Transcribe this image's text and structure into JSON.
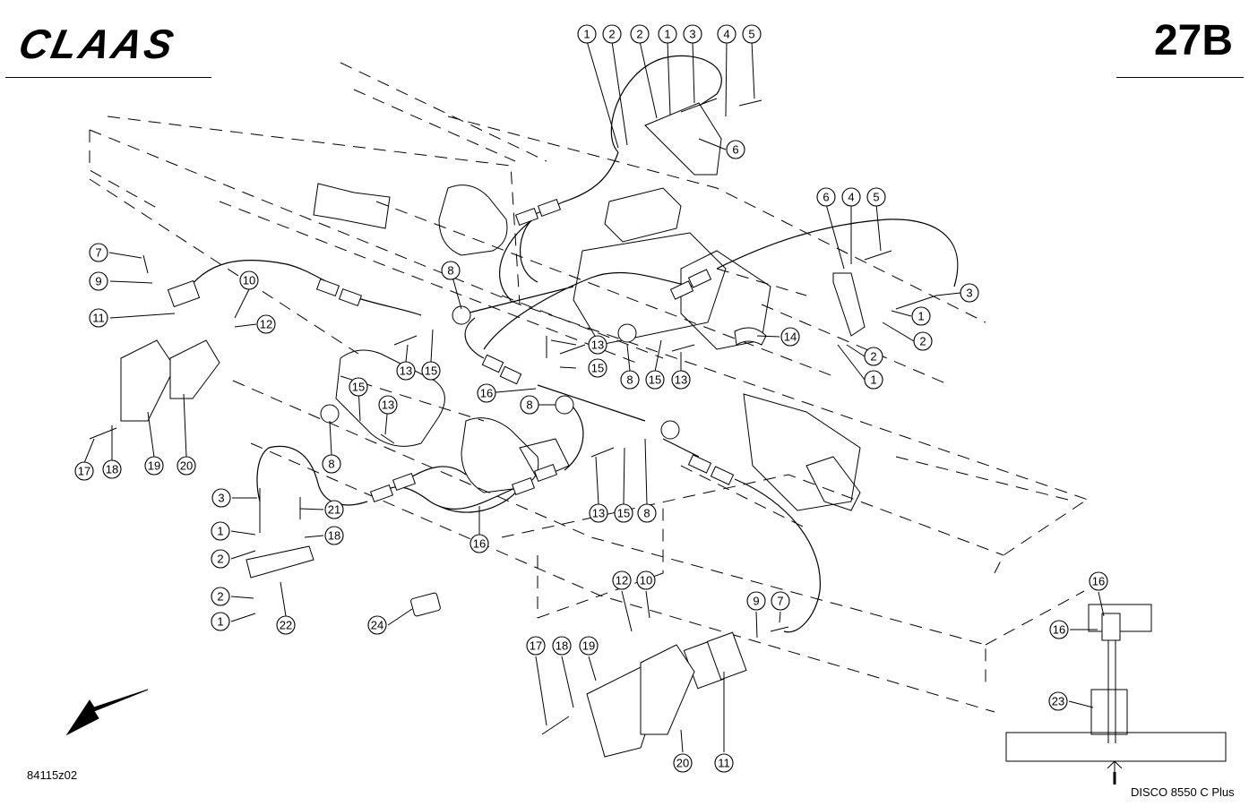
{
  "header": {
    "brand": "CLAAS",
    "sheet": "27B"
  },
  "footer": {
    "drawing_number": "84115z02",
    "model": "DISCO 8550 C Plus"
  },
  "callouts": [
    {
      "id": "c1",
      "label": "1"
    },
    {
      "id": "c2",
      "label": "2"
    },
    {
      "id": "c3",
      "label": "2"
    },
    {
      "id": "c4",
      "label": "1"
    },
    {
      "id": "c5",
      "label": "3"
    },
    {
      "id": "c6",
      "label": "4"
    },
    {
      "id": "c7",
      "label": "5"
    },
    {
      "id": "c8",
      "label": "6"
    },
    {
      "id": "c9",
      "label": "6"
    },
    {
      "id": "c10",
      "label": "4"
    },
    {
      "id": "c11",
      "label": "5"
    },
    {
      "id": "c12",
      "label": "3"
    },
    {
      "id": "c13",
      "label": "1"
    },
    {
      "id": "c14",
      "label": "2"
    },
    {
      "id": "c15",
      "label": "2"
    },
    {
      "id": "c16",
      "label": "1"
    },
    {
      "id": "c17",
      "label": "7"
    },
    {
      "id": "c18",
      "label": "9"
    },
    {
      "id": "c19",
      "label": "11"
    },
    {
      "id": "c20",
      "label": "10"
    },
    {
      "id": "c21",
      "label": "12"
    },
    {
      "id": "c22",
      "label": "8"
    },
    {
      "id": "c23",
      "label": "13"
    },
    {
      "id": "c24",
      "label": "15"
    },
    {
      "id": "c25",
      "label": "13"
    },
    {
      "id": "c26",
      "label": "15"
    },
    {
      "id": "c27",
      "label": "8"
    },
    {
      "id": "c28",
      "label": "15"
    },
    {
      "id": "c29",
      "label": "13"
    },
    {
      "id": "c30",
      "label": "14"
    },
    {
      "id": "c31",
      "label": "15"
    },
    {
      "id": "c32",
      "label": "13"
    },
    {
      "id": "c33",
      "label": "16"
    },
    {
      "id": "c34",
      "label": "8"
    },
    {
      "id": "c35",
      "label": "8"
    },
    {
      "id": "c36",
      "label": "17"
    },
    {
      "id": "c37",
      "label": "18"
    },
    {
      "id": "c38",
      "label": "19"
    },
    {
      "id": "c39",
      "label": "20"
    },
    {
      "id": "c40",
      "label": "3"
    },
    {
      "id": "c41",
      "label": "21"
    },
    {
      "id": "c42",
      "label": "1"
    },
    {
      "id": "c43",
      "label": "18"
    },
    {
      "id": "c44",
      "label": "2"
    },
    {
      "id": "c45",
      "label": "2"
    },
    {
      "id": "c46",
      "label": "1"
    },
    {
      "id": "c47",
      "label": "22"
    },
    {
      "id": "c48",
      "label": "16"
    },
    {
      "id": "c49",
      "label": "13"
    },
    {
      "id": "c50",
      "label": "15"
    },
    {
      "id": "c51",
      "label": "8"
    },
    {
      "id": "c52",
      "label": "12"
    },
    {
      "id": "c53",
      "label": "10"
    },
    {
      "id": "c54",
      "label": "9"
    },
    {
      "id": "c55",
      "label": "7"
    },
    {
      "id": "c56",
      "label": "24"
    },
    {
      "id": "c57",
      "label": "17"
    },
    {
      "id": "c58",
      "label": "18"
    },
    {
      "id": "c59",
      "label": "19"
    },
    {
      "id": "c60",
      "label": "20"
    },
    {
      "id": "c61",
      "label": "11"
    },
    {
      "id": "c62",
      "label": "16"
    },
    {
      "id": "c63",
      "label": "16"
    },
    {
      "id": "c64",
      "label": "23"
    }
  ]
}
